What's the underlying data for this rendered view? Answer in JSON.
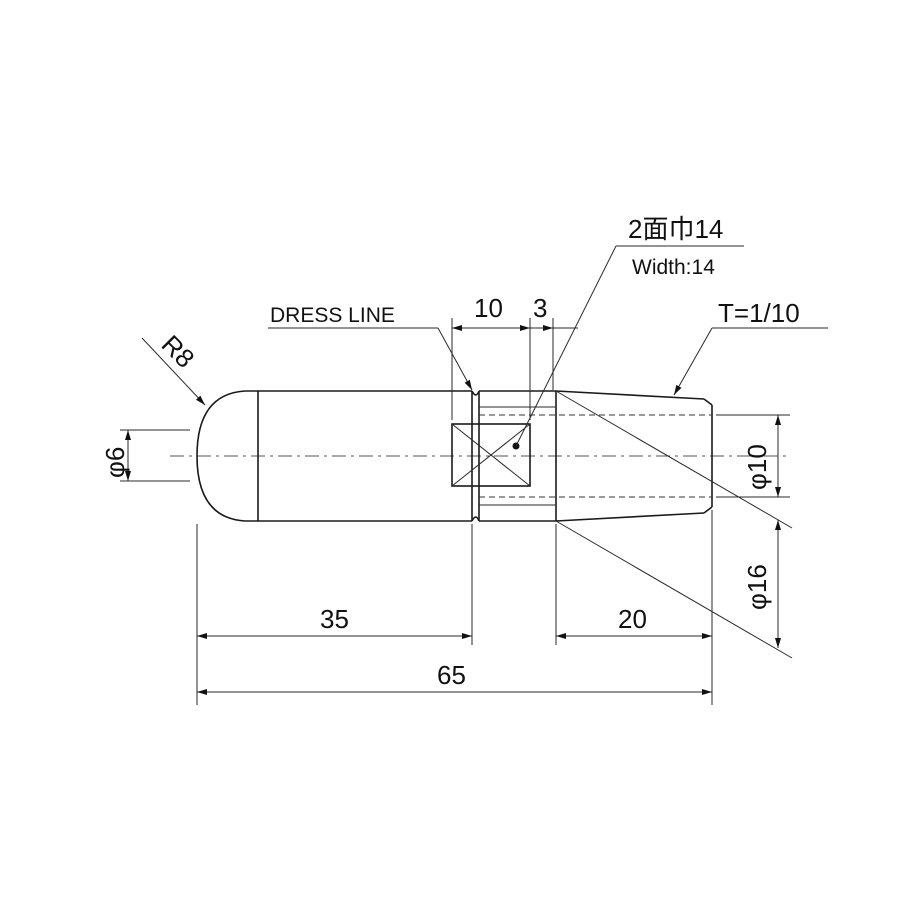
{
  "drawing": {
    "labels": {
      "r8": "R8",
      "phi6": "φ6",
      "dress_line": "DRESS LINE",
      "dim10": "10",
      "dim3": "3",
      "flats_jp": "2面巾14",
      "flats_en": "Width:14",
      "taper": "T=1/10",
      "phi10": "φ10",
      "phi16": "φ16",
      "dim35": "35",
      "dim20": "20",
      "dim65": "65"
    }
  }
}
